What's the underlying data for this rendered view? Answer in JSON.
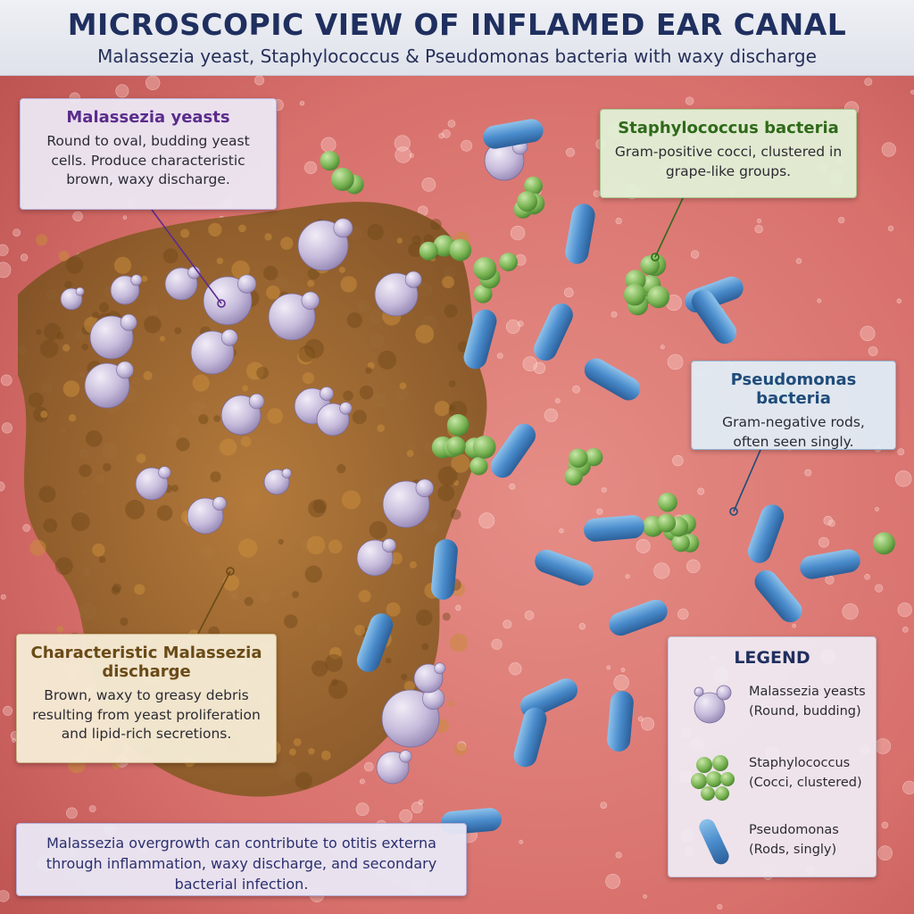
{
  "header": {
    "title": "MICROSCOPIC VIEW OF INFLAMED EAR CANAL",
    "subtitle": "Malassezia yeast, Staphylococcus & Pseudomonas bacteria with waxy discharge"
  },
  "callouts": {
    "malassezia": {
      "heading": "Malassezia yeasts",
      "body": "Round to oval, budding yeast cells. Produce characteristic brown, waxy discharge."
    },
    "staphylococcus": {
      "heading": "Staphylococcus bacteria",
      "body": "Gram-positive cocci, clustered in grape-like groups."
    },
    "pseudomonas": {
      "heading": "Pseudomonas bacteria",
      "body": "Gram-negative rods, often seen singly."
    },
    "discharge": {
      "heading": "Characteristic Malassezia discharge",
      "body": "Brown, waxy to greasy debris resulting from yeast proliferation and lipid-rich secretions."
    },
    "note": {
      "body": "Malassezia overgrowth can contribute to otitis externa through inflammation, waxy discharge, and secondary bacterial infection."
    }
  },
  "legend": {
    "title": "LEGEND",
    "items": [
      {
        "label": "Malassezia yeasts",
        "detail": "(Round, budding)",
        "icon": "yeast-icon"
      },
      {
        "label": "Staphylococcus",
        "detail": "(Cocci, clustered)",
        "icon": "cocci-icon"
      },
      {
        "label": "Pseudomonas",
        "detail": "(Rods, singly)",
        "icon": "rod-icon"
      }
    ]
  },
  "colors": {
    "tissue": "#d9736f",
    "discharge": "#9a6a2e",
    "yeast": "#c9bedb",
    "cocci": "#7fb65a",
    "rods": "#4d8fc8"
  }
}
